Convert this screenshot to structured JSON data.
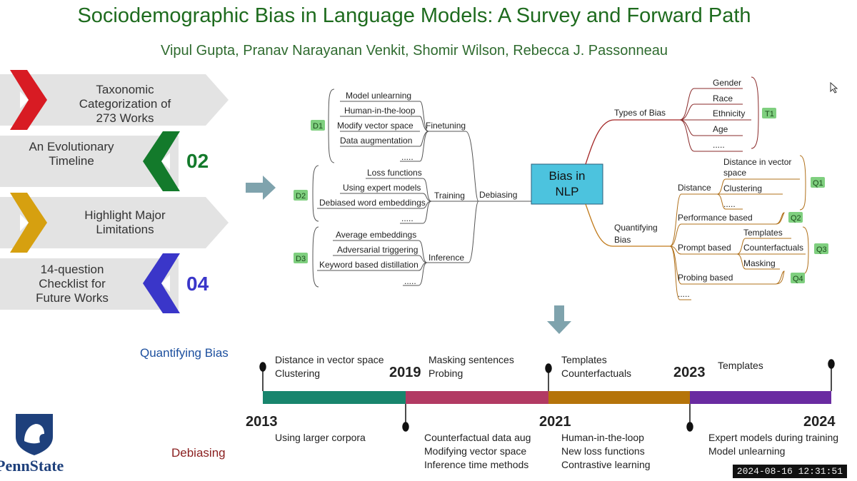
{
  "header": {
    "title": "Sociodemographic Bias in Language Models: A Survey and Forward Path",
    "authors": "Vipul Gupta, Pranav Narayanan Venkit, Shomir Wilson, Rebecca J. Passonneau"
  },
  "contributions": [
    {
      "text": "Taxonomic Categorization of 273 Works",
      "color": "#d81b23"
    },
    {
      "text": "An Evolutionary Timeline",
      "number": "02",
      "color": "#137a2b"
    },
    {
      "text": "Highlight Major Limitations",
      "color": "#d6a010"
    },
    {
      "text": "14-question Checklist for Future Works",
      "number": "04",
      "color": "#3a36c9"
    }
  ],
  "mindmap": {
    "center": "Bias in NLP",
    "debiasing": {
      "label": "Debiasing",
      "finetuning": {
        "label": "Finetuning",
        "tag": "D1",
        "items": [
          "Model unlearning",
          "Human-in-the-loop",
          "Modify vector space",
          "Data augmentation",
          "....."
        ]
      },
      "training": {
        "label": "Training",
        "tag": "D2",
        "items": [
          "Loss functions",
          "Using expert models",
          "Debiased word embeddings",
          "....."
        ]
      },
      "inference": {
        "label": "Inference",
        "tag": "D3",
        "items": [
          "Average embeddings",
          "Adversarial triggering",
          "Keyword based distillation",
          "....."
        ]
      }
    },
    "types": {
      "label": "Types of Bias",
      "tag": "T1",
      "items": [
        "Gender",
        "Race",
        "Ethnicity",
        "Age",
        "....."
      ]
    },
    "quantifying": {
      "label": "Quantifying Bias",
      "distance": {
        "label": "Distance",
        "tag": "Q1",
        "items": [
          "Distance in vector space",
          "Clustering",
          "....."
        ]
      },
      "performance": {
        "label": "Performance based",
        "tag": "Q2"
      },
      "prompt": {
        "label": "Prompt based",
        "tag": "Q3",
        "items": [
          "Templates",
          "Counterfactuals",
          "Masking"
        ]
      },
      "probing": {
        "label": "Probing based",
        "tag": "Q4"
      },
      "more": "....."
    }
  },
  "timeline": {
    "quantifying_label": "Quantifying Bias",
    "debiasing_label": "Debiasing",
    "years": [
      "2013",
      "2019",
      "2021",
      "2023",
      "2024"
    ],
    "segment_colors": [
      "#18856d",
      "#b23a63",
      "#b5740a",
      "#6a2ba1"
    ],
    "top": [
      [
        "Distance in vector space",
        "Clustering"
      ],
      [
        "Masking sentences",
        "Probing"
      ],
      [
        "Templates",
        "Counterfactuals"
      ],
      [
        "Templates"
      ]
    ],
    "bottom": [
      [
        "Using larger corpora"
      ],
      [
        "Counterfactual data aug",
        "Modifying vector space",
        "Inference time methods"
      ],
      [
        "Human-in-the-loop",
        "New loss functions",
        "Contrastive learning"
      ],
      [
        "Expert models during training",
        "Model unlearning"
      ]
    ]
  },
  "logo": {
    "text": "PennState"
  },
  "timestamp": "2024-08-16  12:31:51"
}
